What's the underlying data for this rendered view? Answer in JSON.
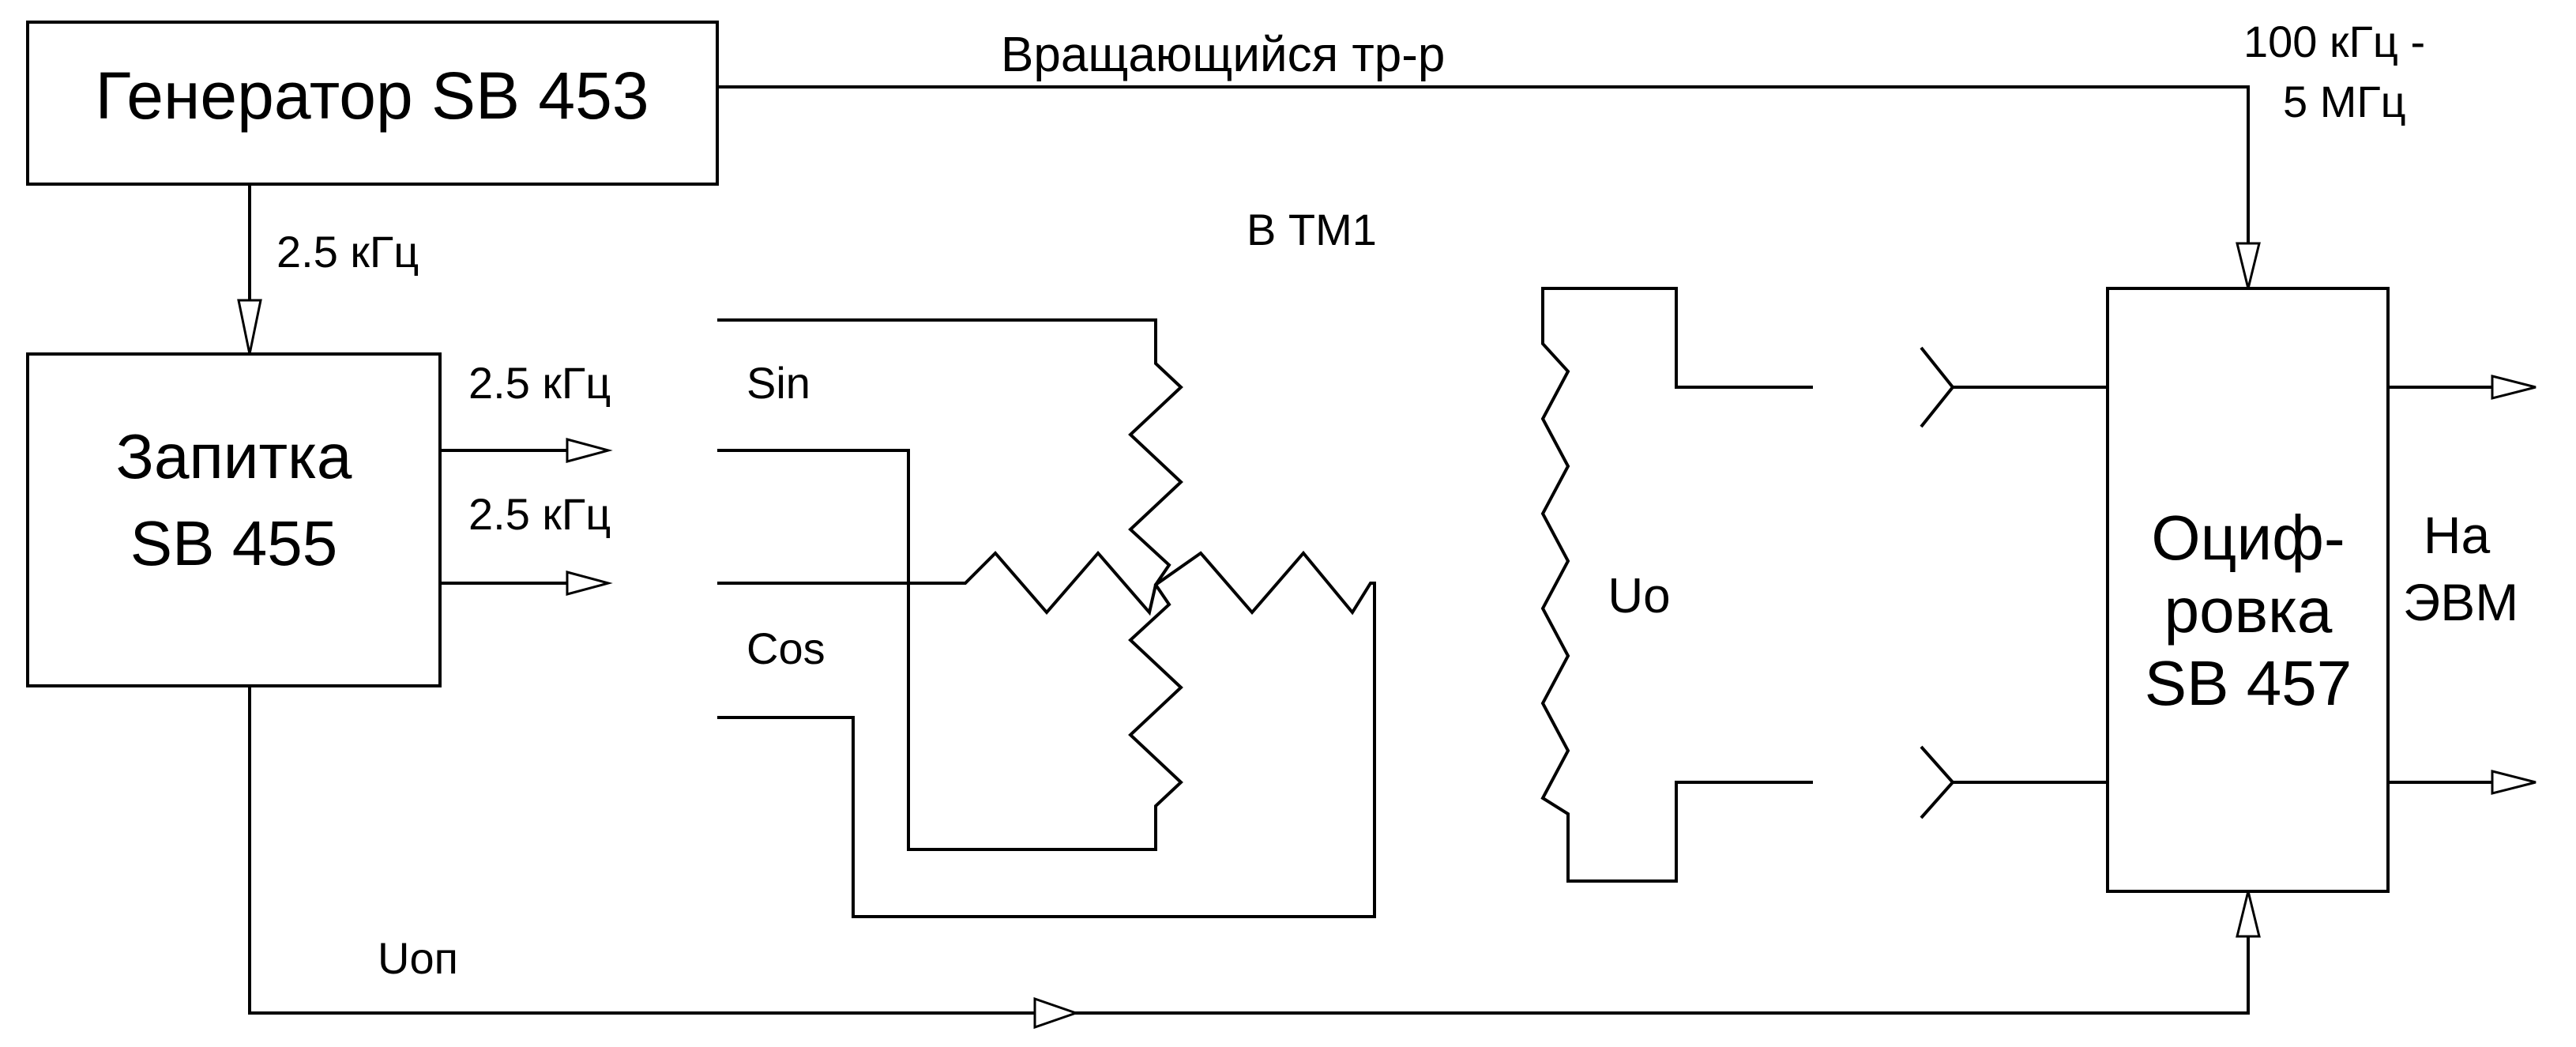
{
  "diagram": {
    "blocks": {
      "generator": "Генератор SB 453",
      "supply_line1": "Запитка",
      "supply_line2": "SB 455",
      "digitizer_line1": "Оциф-",
      "digitizer_line2": "ровка",
      "digitizer_line3": "SB 457"
    },
    "labels": {
      "rotating_transformer": "Вращающийся тр-р",
      "freq_range_line1": "100 кГц -",
      "freq_range_line2": "5 МГц",
      "gen_to_supply_freq": "2.5 кГц",
      "supply_out_freq_1": "2.5 кГц",
      "supply_out_freq_2": "2.5 кГц",
      "in_tm1": "В ТМ1",
      "sin": "Sin",
      "cos": "Cos",
      "uo": "Uo",
      "uop": "Uоп",
      "to_computer_line1": "На",
      "to_computer_line2": "ЭВМ"
    }
  }
}
